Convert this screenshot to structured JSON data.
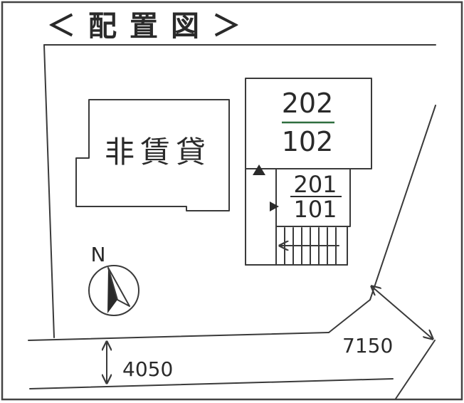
{
  "title": "＜配置図＞",
  "buildings": {
    "non_rental": {
      "label": "非賃貸"
    },
    "main_block": {
      "upper_unit": "202",
      "lower_unit": "102"
    },
    "side_block": {
      "upper_unit": "201",
      "lower_unit": "101"
    }
  },
  "compass": {
    "label": "N"
  },
  "dimensions": {
    "front_road_width": "4050",
    "side_road_width": "7150"
  },
  "colors": {
    "line": "#3a3a3a",
    "unit_divider_main": "#2f6e3f",
    "unit_divider_side": "#2a2a2a"
  }
}
